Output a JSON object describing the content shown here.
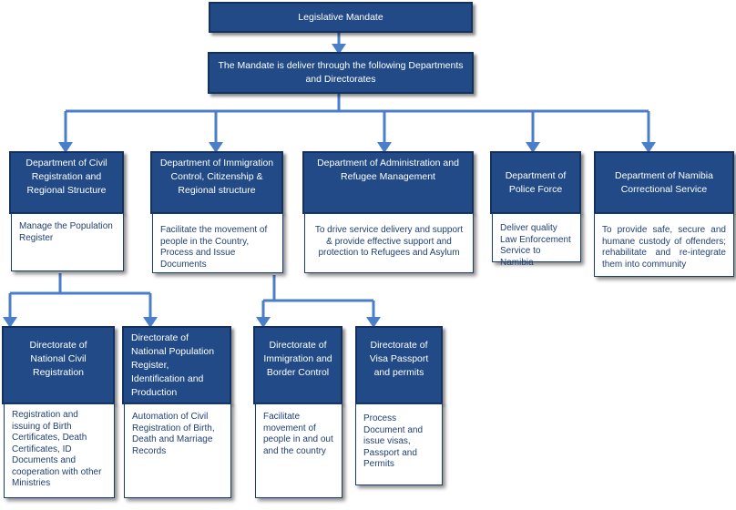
{
  "colors": {
    "header_fill": "#214a87",
    "header_border": "#14305e",
    "connector": "#4a7ec8",
    "desc_text": "#1f3f73"
  },
  "title": "Legislative Mandate",
  "intro": "The Mandate is  deliver through the following Departments and Directorates",
  "departments": [
    {
      "name": "Department of Civil Registration and Regional Structure",
      "description": "Manage the Population Register"
    },
    {
      "name": "Department of Immigration Control, Citizenship  &  Regional structure",
      "description": "Facilitate the movement of people in the Country, Process and Issue Documents"
    },
    {
      "name": "Department of Administration and Refugee Management",
      "description": "To drive service delivery and support & provide effective support and protection to Refugees and Asylum"
    },
    {
      "name": "Department of Police Force",
      "description": "Deliver quality Law Enforcement Service to Namibia"
    },
    {
      "name": "Department of Namibia Correctional Service",
      "description": "To provide safe, secure and humane custody of offenders; rehabilitate and re-integrate them into community"
    }
  ],
  "directorates": [
    {
      "name": "Directorate of National Civil Registration",
      "description": "Registration and issuing of Birth Certificates, Death Certificates, ID Documents and cooperation with other Ministries"
    },
    {
      "name": "Directorate of National Population Register, Identification and Production",
      "description": "Automation of Civil Registration of Birth, Death and Marriage Records"
    },
    {
      "name": "Directorate of Immigration and Border Control",
      "description": "Facilitate movement of people in and out and the country"
    },
    {
      "name": "Directorate of Visa Passport and permits",
      "description": "Process Document and issue visas, Passport and Permits"
    }
  ]
}
